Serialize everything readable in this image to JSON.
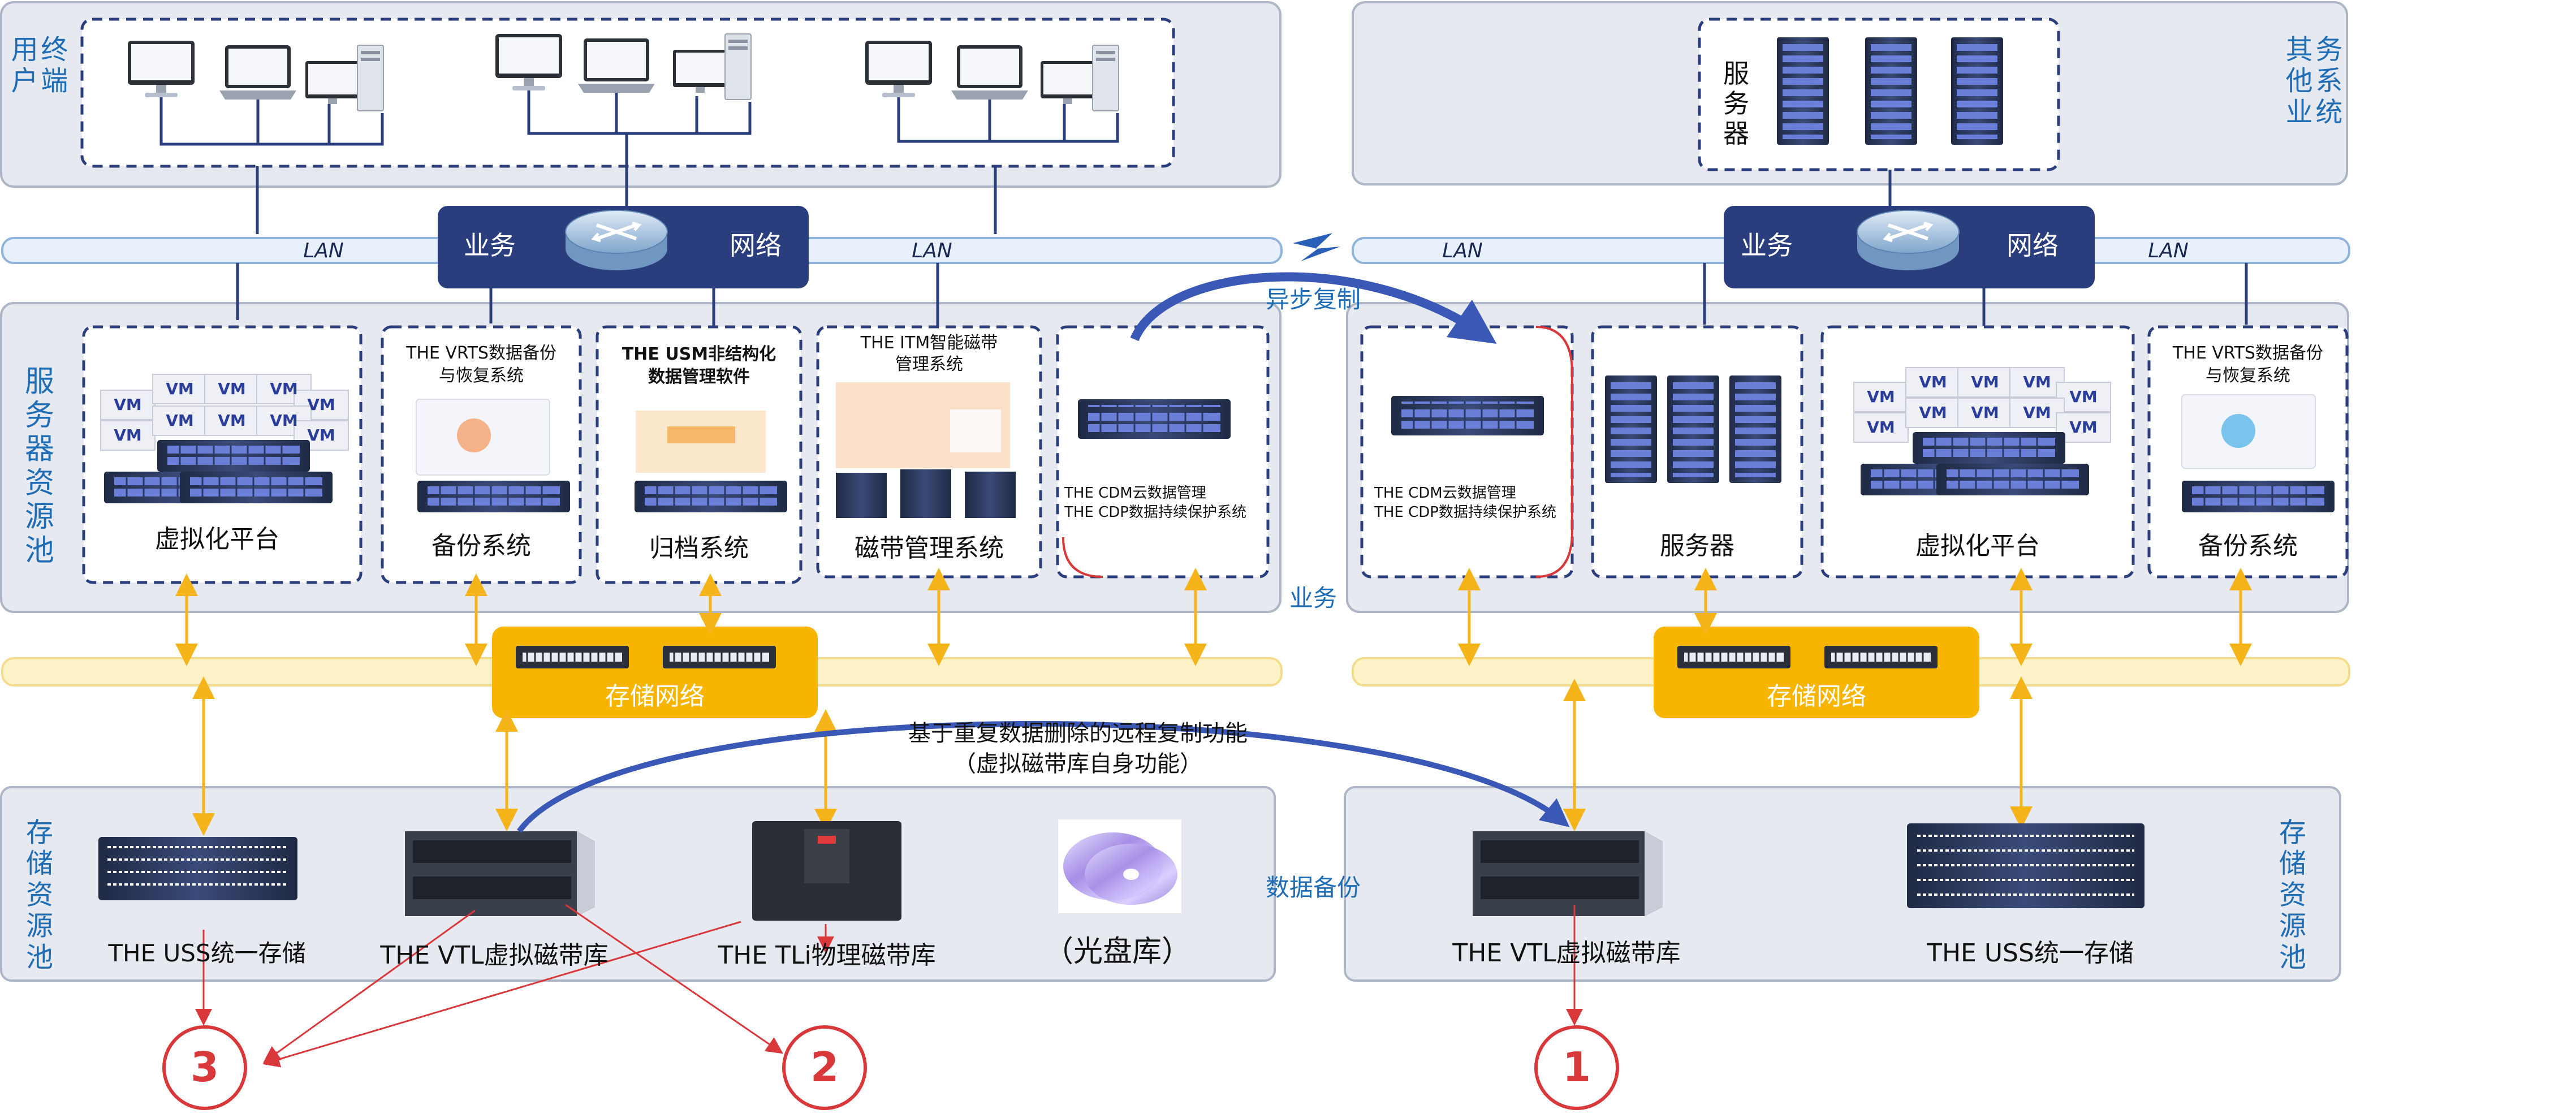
{
  "colors": {
    "panel_bg": "#e6e9f0",
    "panel_border": "#aeb5c6",
    "navy": "#2a3d7c",
    "label_blue": "#1f6db5",
    "lan_fill": "#e8f1fb",
    "lan_border": "#8fb3da",
    "storage_bar": "#fdf2c8",
    "storage_accent": "#f7b500",
    "red": "#d9383a",
    "replication_blue": "#3a58b5"
  },
  "regions": {
    "user_terminal": "用户终端",
    "other_business": "其他业务系统",
    "server_pool": "服务器资源池",
    "storage_pool_left": "存储资源池",
    "storage_pool_right": "存储资源池"
  },
  "network": {
    "lan": "LAN",
    "business": "业务",
    "network": "网络",
    "storage_network": "存储网络",
    "business_side": "业务",
    "data_backup": "数据备份"
  },
  "top_right": {
    "server_label": "服务器"
  },
  "systems_left": {
    "virtualization": "虚拟化平台",
    "vrts_title": "THE VRTS数据备份\n与恢复系统",
    "backup": "备份系统",
    "usm_title": "THE USM非结构化\n数据管理软件",
    "archive": "归档系统",
    "itm_title": "THE ITM智能磁带\n管理系统",
    "tape_mgmt": "磁带管理系统",
    "cdm_line1": "THE CDM云数据管理",
    "cdm_line2": "THE CDP数据持续保护系统"
  },
  "systems_right": {
    "cdm_line1": "THE CDM云数据管理",
    "cdm_line2": "THE CDP数据持续保护系统",
    "servers": "服务器",
    "virtualization": "虚拟化平台",
    "vrts_title": "THE VRTS数据备份\n与恢复系统",
    "backup": "备份系统"
  },
  "replication": {
    "async": "异步复制",
    "dedup_line1": "基于重复数据删除的远程复制功能",
    "dedup_line2": "（虚拟磁带库自身功能）"
  },
  "storage_left": {
    "uss": "THE USS统一存储",
    "vtl": "THE VTL虚拟磁带库",
    "tli": "THE TLi物理磁带库",
    "optical": "（光盘库）"
  },
  "storage_right": {
    "vtl": "THE VTL虚拟磁带库",
    "uss": "THE USS统一存储"
  },
  "vm_label": "VM",
  "circles": [
    "3",
    "2",
    "1"
  ],
  "icons": [
    "desktop-computer-icon",
    "laptop-icon",
    "pc-tower-icon",
    "router-icon",
    "rack-server-icon",
    "storage-switch-icon",
    "disk-array-icon",
    "tape-library-icon",
    "optical-disc-icon"
  ]
}
